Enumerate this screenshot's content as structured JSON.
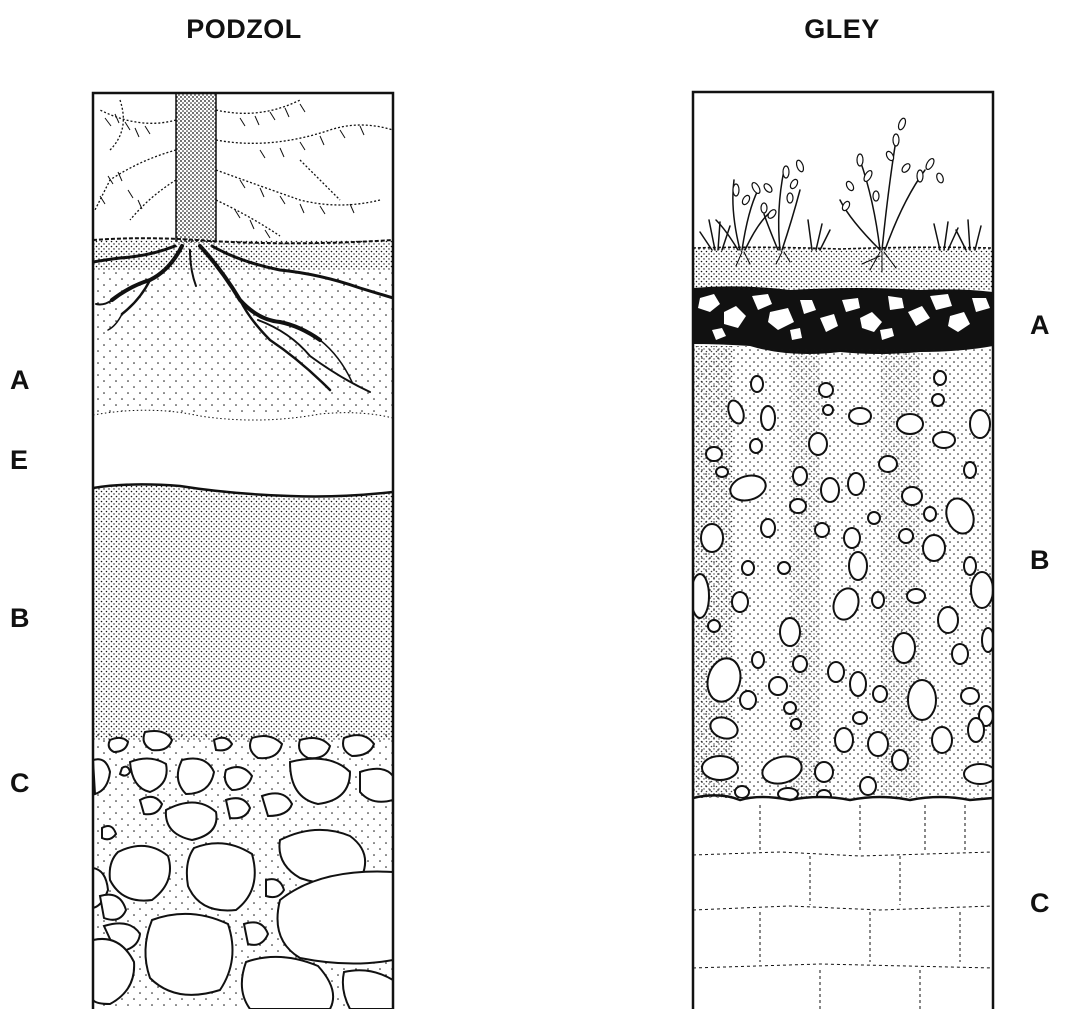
{
  "profiles": [
    {
      "title": "PODZOL",
      "horizons": [
        "A",
        "E",
        "B",
        "C"
      ]
    },
    {
      "title": "GLEY",
      "horizons": [
        "A",
        "B",
        "C"
      ]
    }
  ],
  "colors": {
    "ink": "#111111",
    "paper": "#ffffff"
  }
}
